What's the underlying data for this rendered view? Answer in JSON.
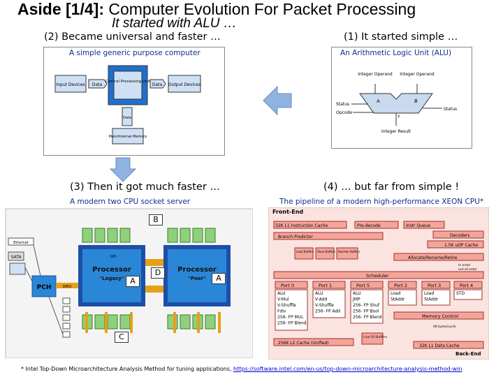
{
  "slide": {
    "title_bold": "Aside [1/4]:",
    "title_rest": " Computer Evolution For Packet Processing",
    "subtitle": "It started with ALU …"
  },
  "sections": {
    "s2": "(2) Became universal and faster …",
    "s1": "(1) It started simple …",
    "s3": "(3) Then it got much faster …",
    "s4": "(4) … but far from simple !"
  },
  "captions": {
    "c2": "A simple generic purpose computer",
    "c1": "An Arithmetic Logic Unit (ALU)",
    "c3": "A modern two CPU socket server",
    "c4": "The pipeline of a modern high-performance XEON CPU*"
  },
  "computer_diagram": {
    "input": "Input Devices",
    "data_in": "Data",
    "cpu": "Central Processing Unit",
    "data_out": "Data",
    "output": "Output Devices",
    "bus": "Data",
    "memory": "Main/Internal Memory"
  },
  "alu_diagram": {
    "op1": "Integer Operand",
    "op2": "Integer Operand",
    "a": "A",
    "b": "B",
    "status_in": "Status",
    "opcode": "Opcode",
    "status_out": "Status",
    "y": "Y",
    "result": "Integer Result"
  },
  "server_diagram": {
    "ethernet": "Ethernet",
    "sata": "SATA",
    "pch": "PCH",
    "proc1": "Processor",
    "proc1_sub": "\"Legacy\"",
    "proc2": "Processor",
    "proc2_sub": "\"Peer\"",
    "qpi": "QPI",
    "dmi": "DMI2",
    "labels": {
      "B": "B",
      "A1": "A",
      "D": "D",
      "A2": "A",
      "C": "C"
    }
  },
  "pipeline_diagram": {
    "front_end": "Front-End",
    "l1i": "32K L1 Instruction Cache",
    "predecode": "Pre-decode",
    "instr_queue": "Instr Queue",
    "decoders": "Decoders",
    "branch": "Branch Predictor",
    "uop": "1.5K uOP Cache",
    "load_buf": "Load Buffers",
    "store_buf": "Store Buffers",
    "reorder_buf": "Reorder Buffers",
    "alloc": "Allocate/Rename/Retire",
    "in_order": "In order",
    "ooo": "out-of-order",
    "scheduler": "Scheduler",
    "ports": [
      "Port 0",
      "Port 1",
      "Port 5",
      "Port 2",
      "Port 3",
      "Port 4"
    ],
    "p0": [
      "ALU",
      "V-Mul",
      "V-Shuffle",
      "Fdiv",
      "256- FP MUL",
      "256- FP Blend"
    ],
    "p1": [
      "ALU",
      "V-Add",
      "V-Shuffle",
      "256- FP Add"
    ],
    "p5": [
      "ALU",
      "JMP",
      "256- FP Shuf",
      "256- FP Bool",
      "256- FP Blend"
    ],
    "p2": [
      "Load",
      "StAddr"
    ],
    "p3": [
      "Load",
      "StAddr"
    ],
    "p4": [
      "STD"
    ],
    "mem_ctrl": "Memory Control",
    "bytes": "48 bytes/cycle",
    "lfb": "Line Fill Buffers",
    "l2": "256K L2 Cache (Unified)",
    "l1d": "32K L1 Data Cache",
    "back_end": "Back-End"
  },
  "footnote": {
    "text": "* Intel Top-Down Microarchitecture Analysis Method for tuning applications, ",
    "link": "https://software.intel.com/en-us/top-down-microarchitecture-analysis-method-win"
  }
}
